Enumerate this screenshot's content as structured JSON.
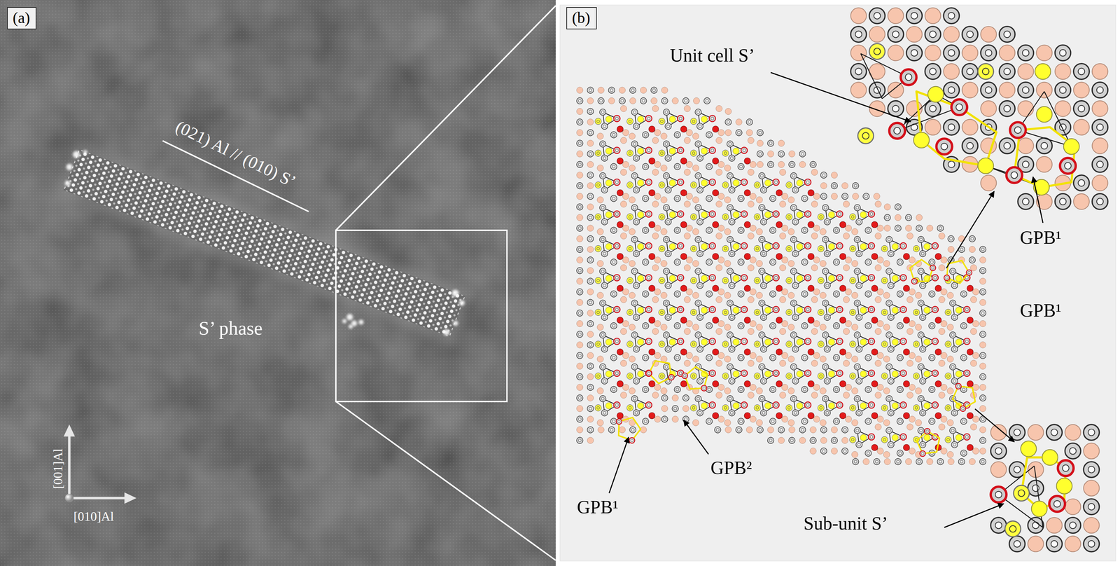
{
  "diagram": {
    "nodes": [
      {
        "text": [
          "(a)"
        ]
      },
      {
        "text": [
          "(b)"
        ]
      }
    ],
    "labels": [
      "(021) Al // (010) S’",
      "S’ phase",
      "[001]Al",
      "[010]Al",
      "Unit cell S’",
      "GPB¹",
      "GPB¹",
      "GPB²",
      "GPB¹",
      "Sub-unit S’"
    ]
  }
}
